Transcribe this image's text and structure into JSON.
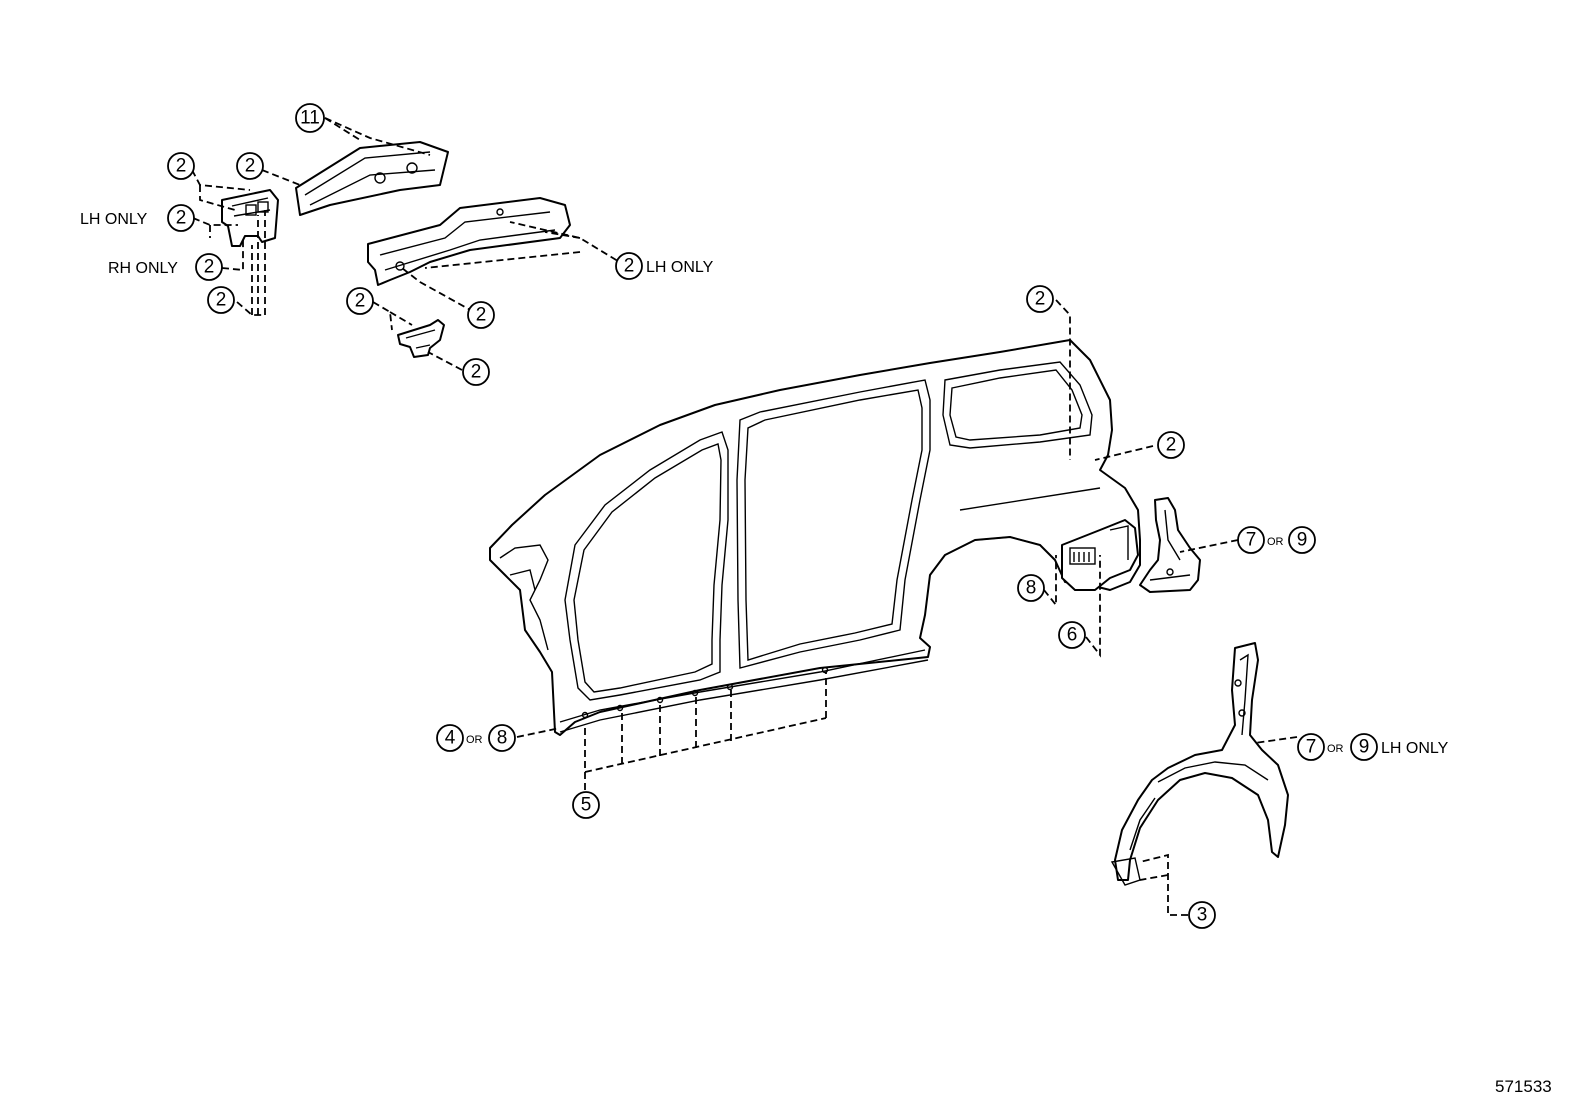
{
  "diagram": {
    "code": "571533",
    "labels": {
      "lh_only": "LH ONLY",
      "rh_only": "RH ONLY",
      "or": "OR"
    },
    "callouts": {
      "c11": "11",
      "c2_top_left_a": "2",
      "c2_top_left_b": "2",
      "c2_lh_only_left": "2",
      "c2_rh_only_left": "2",
      "c2_pillar_bottom": "2",
      "c2_rail_lh_only": "2",
      "c2_rail_bottom": "2",
      "c2_bracket_top": "2",
      "c2_bracket_bottom": "2",
      "c2_roof_rear": "2",
      "c2_quarter": "2",
      "c7_rear": "7",
      "c9_rear": "9",
      "c8_wheelhouse": "8",
      "c6_wheelhouse": "6",
      "c4_rocker": "4",
      "c8_rocker": "8",
      "c5_rocker": "5",
      "c7_lower": "7",
      "c9_lower": "9",
      "c3_wheelhouse": "3"
    }
  }
}
